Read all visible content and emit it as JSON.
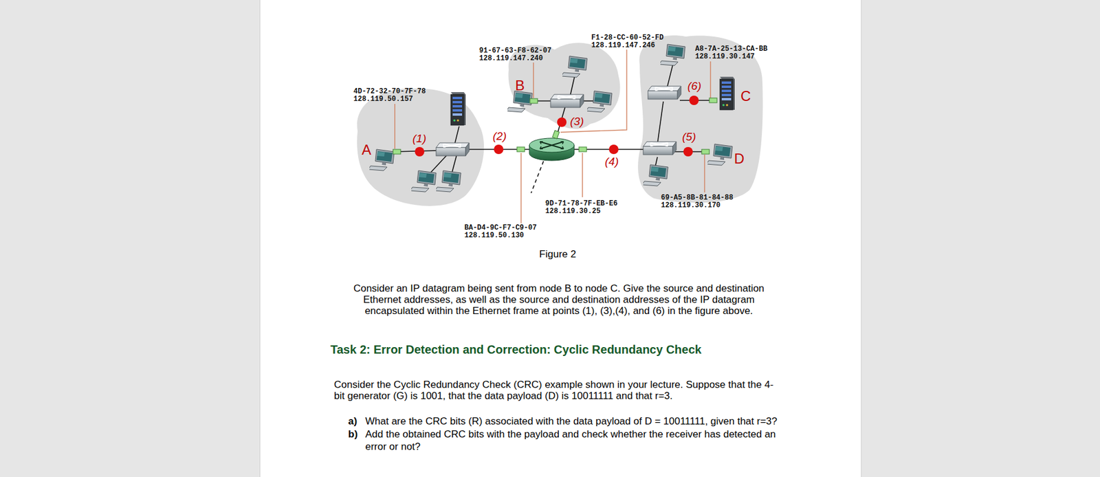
{
  "diagram": {
    "caption": "Figure 2",
    "labels": [
      "F1-28-CC-60-52-FD",
      "128.119.147.246",
      "91-67-63-F8-62-07",
      "128.119.147.240",
      "A8-7A-25-13-CA-BB",
      "128.119.30.147",
      "4D-72-32-70-7F-78",
      "128.119.50.157",
      "9D-71-78-7F-EB-E6",
      "128.119.30.25",
      "69-A5-8B-81-84-88",
      "128.119.30.170",
      "BA-D4-9C-F7-C9-07",
      "128.119.50.130",
      "A",
      "B",
      "C",
      "D",
      "(1)",
      "(2)",
      "(3)",
      "(4)",
      "(5)",
      "(6)",
      "Consider an IP datagram being sent from node B to node C. Give the source and destination Ethernet addresses, as well as the source and destination addresses of the IP datagram encapsulated within the Ethernet frame at points (1), (3),(4), and (6) in the figure above.",
      "Task 2: Error Detection and Correction: Cyclic Redundancy Check",
      "Consider the Cyclic Redundancy Check (CRC) example shown in your lecture. Suppose that the 4-bit generator (G) is 1001, that the data payload (D) is 10011111 and that r=3.",
      "a)",
      "What are the CRC bits (R) associated with the data payload of D = 10011111, given that r=3?",
      "b)",
      "Add the obtained CRC bits with the payload and check whether the receiver has detected an error or not?"
    ]
  }
}
